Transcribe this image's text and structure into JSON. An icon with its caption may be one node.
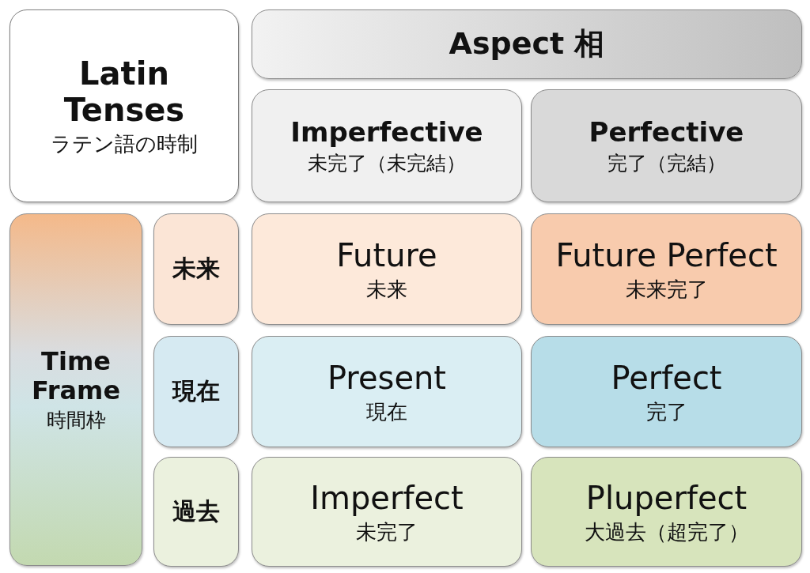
{
  "diagram": {
    "nodes": [
      {
        "text": [
          "Latin Tenses",
          "ラテン語の時制"
        ]
      },
      {
        "text": [
          "Aspect 相"
        ]
      },
      {
        "text": [
          "Imperfective",
          "未完了（未完結）"
        ]
      },
      {
        "text": [
          "Perfective",
          "完了（完結）"
        ]
      },
      {
        "text": [
          "Time Frame",
          "時間枠"
        ]
      },
      {
        "text": [
          "未来"
        ]
      },
      {
        "text": [
          "Future",
          "未来"
        ]
      },
      {
        "text": [
          "Future Perfect",
          "未来完了"
        ]
      },
      {
        "text": [
          "現在"
        ]
      },
      {
        "text": [
          "Present",
          "現在"
        ]
      },
      {
        "text": [
          "Perfect",
          "完了"
        ]
      },
      {
        "text": [
          "過去"
        ]
      },
      {
        "text": [
          "Imperfect",
          "未完了"
        ]
      },
      {
        "text": [
          "Pluperfect",
          "大過去（超完了）"
        ]
      }
    ]
  }
}
